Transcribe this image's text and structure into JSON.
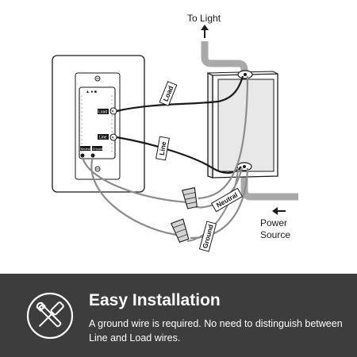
{
  "diagram": {
    "to_light": "To Light",
    "power_source_line1": "Power",
    "power_source_line2": "Source",
    "wire_tags": {
      "load": "Load",
      "line": "Line",
      "neutral": "Neutral",
      "ground": "Ground"
    },
    "switch_terminals": {
      "load": "Load",
      "line": "Line",
      "neutral": "Neutral",
      "ground": "Ground"
    }
  },
  "banner": {
    "title": "Easy Installation",
    "description": "A ground wire is required. No need to distinguish between Line and Load wires.",
    "icon": "tools-icon"
  },
  "colors": {
    "banner_bg": "#3d3d3d",
    "wire_dark": "#1a1a1a",
    "wire_gray": "#8c8c8c",
    "conduit": "#a9a9a9"
  }
}
